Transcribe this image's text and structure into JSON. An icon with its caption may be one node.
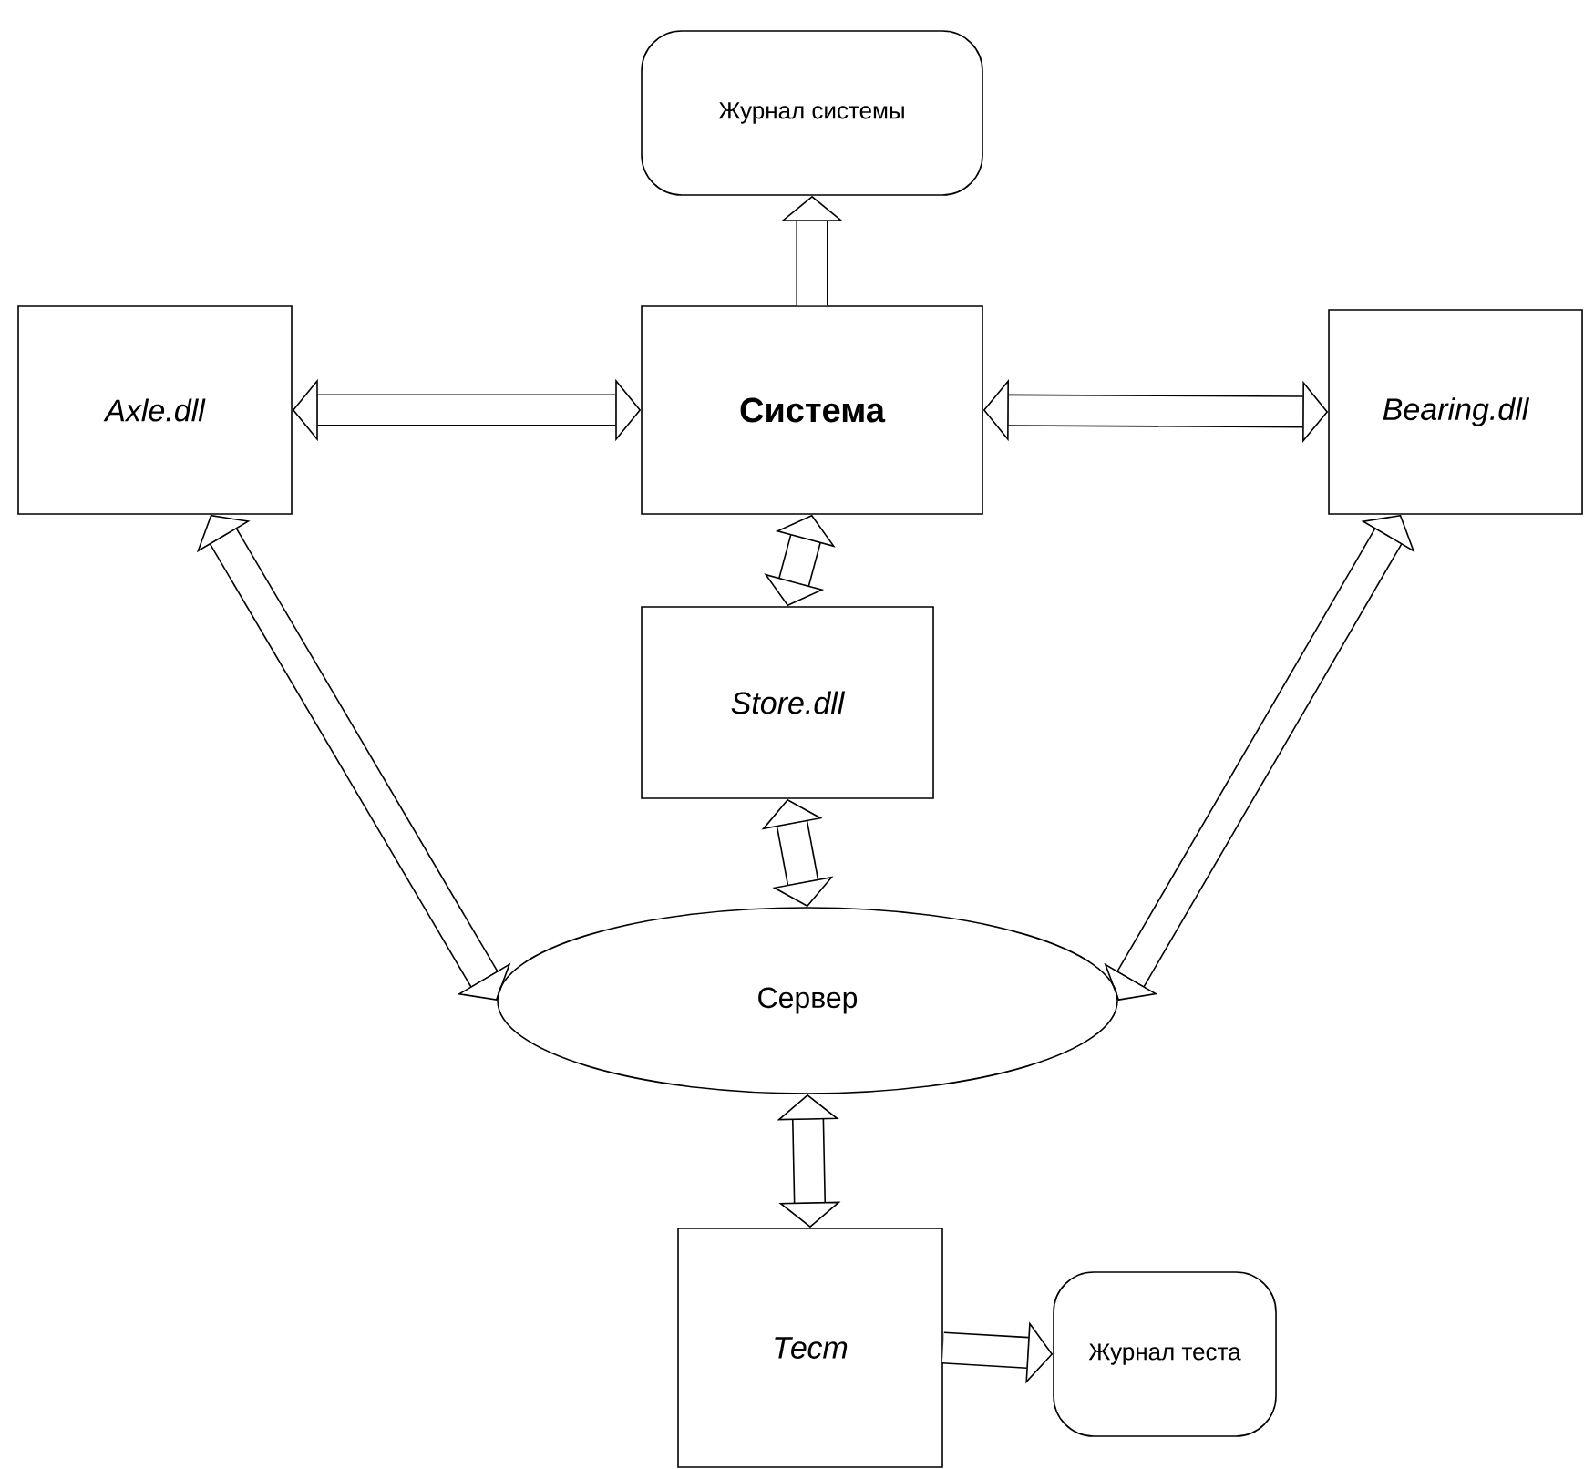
{
  "diagram": {
    "nodes": [
      {
        "text": [
          "Журнал системы"
        ]
      },
      {
        "text": [
          "Axle.dll"
        ]
      },
      {
        "text": [
          "Система"
        ]
      },
      {
        "text": [
          "Bearing.dll"
        ]
      },
      {
        "text": [
          "Store.dll"
        ]
      },
      {
        "text": [
          "Сервер"
        ]
      },
      {
        "text": [
          "Тест"
        ]
      },
      {
        "text": [
          "Журнал теста"
        ]
      }
    ],
    "edges": [
      {
        "from": 2,
        "to": 0,
        "arrow": "to"
      },
      {
        "from": 1,
        "to": 2,
        "arrow": "both"
      },
      {
        "from": 2,
        "to": 3,
        "arrow": "both"
      },
      {
        "from": 2,
        "to": 4,
        "arrow": "both"
      },
      {
        "from": 4,
        "to": 5,
        "arrow": "both"
      },
      {
        "from": 1,
        "to": 5,
        "arrow": "both"
      },
      {
        "from": 3,
        "to": 5,
        "arrow": "both"
      },
      {
        "from": 5,
        "to": 6,
        "arrow": "both"
      },
      {
        "from": 6,
        "to": 7,
        "arrow": "to"
      }
    ]
  }
}
